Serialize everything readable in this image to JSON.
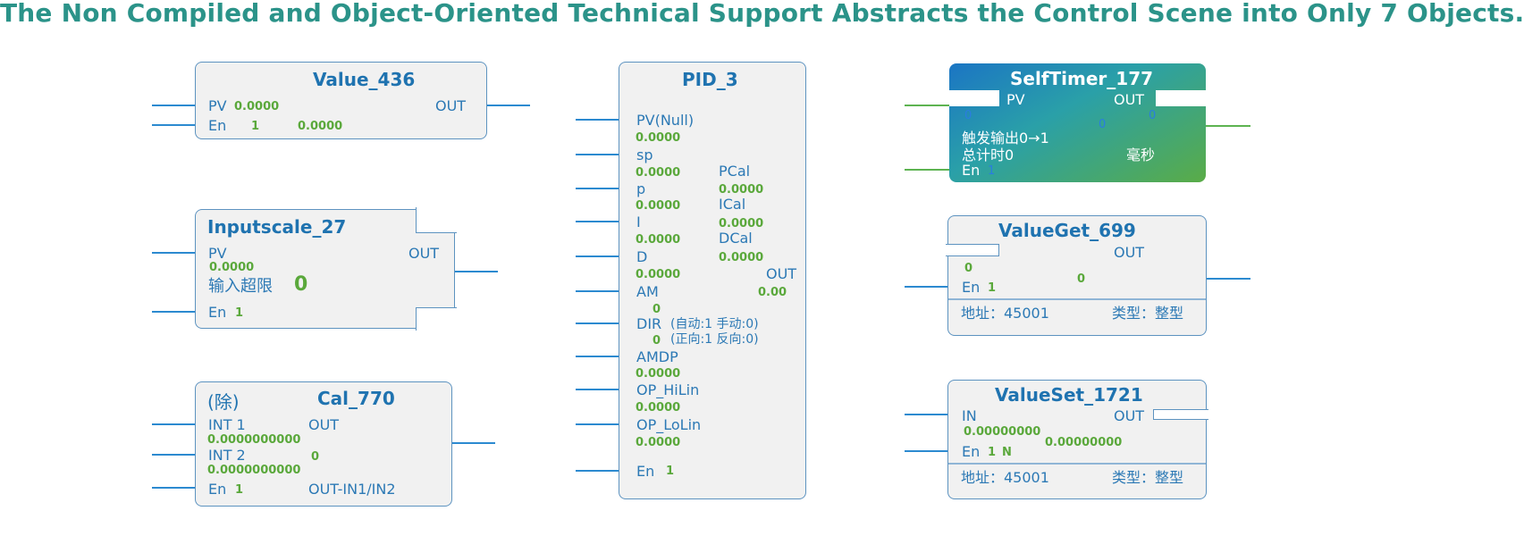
{
  "title": "The Non Compiled and Object-Oriented Technical Support Abstracts the Control Scene into Only 7 Objects.",
  "colors": {
    "title": "#2b9389",
    "block_title": "#1f73b0",
    "label": "#2c79b5",
    "value": "#5aa83b",
    "wire": "#2c8ad0",
    "block_border": "#5d93c0",
    "block_fill": "#f1f1f1"
  },
  "value_block": {
    "name": "Value_436",
    "pv": "PV",
    "pv_val": "0.0000",
    "en": "En",
    "en_val": "1",
    "out": "OUT",
    "out_val": "0.0000"
  },
  "inputscale_block": {
    "name": "Inputscale_27",
    "pv": "PV",
    "pv_val": "0.0000",
    "out": "OUT",
    "alarm_label": "输入超限",
    "alarm_val": "0",
    "en": "En",
    "en_val": "1"
  },
  "cal_block": {
    "op": "(除)",
    "name": "Cal_770",
    "in1": "INT 1",
    "in1_val": "0.0000000000",
    "in2": "INT 2",
    "in2_val": "0.0000000000",
    "out": "OUT",
    "out_val": "0",
    "en": "En",
    "en_val": "1",
    "formula": "OUT-IN1/IN2"
  },
  "pid_block": {
    "name": "PID_3",
    "pv": "PV(Null)",
    "pv_val": "0.0000",
    "sp": "sp",
    "sp_val": "0.0000",
    "p": "p",
    "p_val": "0.0000",
    "i": "I",
    "i_val": "0.0000",
    "d": "D",
    "d_val": "0.0000",
    "pcal": "PCal",
    "pcal_val": "0.0000",
    "ical": "ICal",
    "ical_val": "0.0000",
    "dcal": "DCal",
    "dcal_val": "0.0000",
    "out": "OUT",
    "out_val": "0.00",
    "am": "AM",
    "am_val": "0",
    "dir": "DIR",
    "dir_val": "0",
    "dir_note1": "(自动:1  手动:0)",
    "dir_note2": "(正向:1  反向:0)",
    "amdp": "AMDP",
    "amdp_val": "0.0000",
    "op_hi": "OP_HiLin",
    "op_hi_val": "0.0000",
    "op_lo": "OP_LoLin",
    "op_lo_val": "0.0000",
    "en": "En",
    "en_val": "1"
  },
  "timer_block": {
    "name": "SelfTimer_177",
    "pv": "PV",
    "out": "OUT",
    "pv_val": "0",
    "mid_val": "0",
    "out_val": "0",
    "trigger": "触发输出0→1",
    "total": "总计时0",
    "unit": "毫秒",
    "en": "En",
    "en_val": "1"
  },
  "valueget_block": {
    "name": "ValueGet_699",
    "out": "OUT",
    "in_val": "0",
    "out_val": "0",
    "en": "En",
    "en_val": "1",
    "address": "地址：45001",
    "type": "类型：整型"
  },
  "valueset_block": {
    "name": "ValueSet_1721",
    "in": "IN",
    "in_val": "0.00000000",
    "out": "OUT",
    "out_val": "0.00000000",
    "en": "En",
    "en_val": "1",
    "en_flag": "N",
    "address": "地址：45001",
    "type": "类型：整型"
  }
}
